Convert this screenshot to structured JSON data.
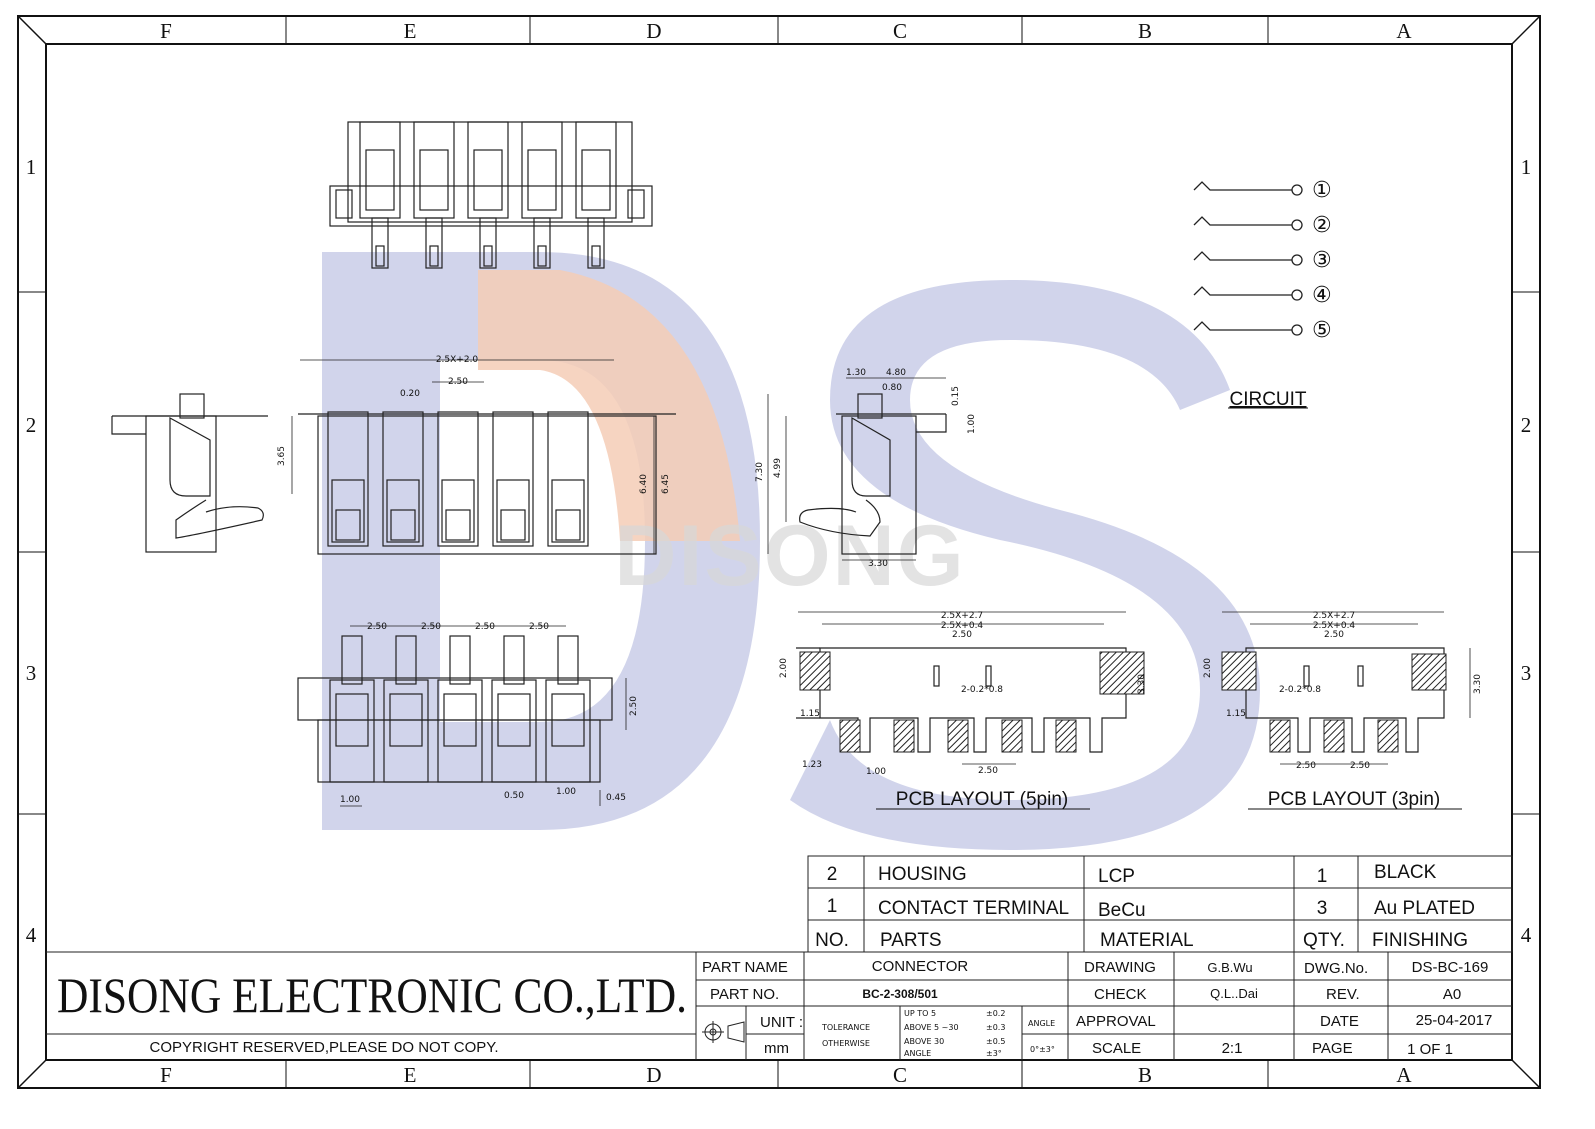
{
  "frame": {
    "columns_top": [
      "F",
      "E",
      "D",
      "C",
      "B",
      "A"
    ],
    "columns_bottom": [
      "F",
      "E",
      "D",
      "C",
      "B",
      "A"
    ],
    "rows_left": [
      "1",
      "2",
      "3",
      "4"
    ],
    "rows_right": [
      "1",
      "2",
      "3",
      "4"
    ]
  },
  "watermark": {
    "text": "DISONG",
    "color_blue": "#c9cde8",
    "color_orange": "#f5cdb6"
  },
  "views": {
    "front": {
      "dims": {
        "overall": "2.5X+2.0",
        "pitch": "2.50",
        "gap": "0.20",
        "height": "3.65",
        "h1": "6.40",
        "h2": "6.45"
      }
    },
    "side": {
      "dims": {
        "a": "1.30",
        "b": "4.80",
        "c": "0.80",
        "d": "0.15",
        "e": "1.00",
        "f": "7.30",
        "g": "4.99",
        "h": "3.30"
      }
    },
    "bottom": {
      "dims": {
        "p1": "2.50",
        "p2": "2.50",
        "p3": "2.50",
        "p4": "2.50",
        "h": "2.50",
        "w1": "1.00",
        "w2": "0.50",
        "w3": "1.00",
        "w4": "0.45"
      }
    }
  },
  "circuit": {
    "pins": [
      "①",
      "②",
      "③",
      "④",
      "⑤"
    ],
    "label": "CIRCUIT"
  },
  "pcb5": {
    "title": "PCB LAYOUT (5pin)",
    "dims": {
      "overall": "2.5X+2.7",
      "inner": "2.5X+0.4",
      "pitch": "2.50",
      "hole": "2-0.2*0.8",
      "h": "2.00",
      "side": "3.30",
      "off": "1.15",
      "pad": "1.23",
      "padw": "1.00",
      "pitch2": "2.50"
    }
  },
  "pcb3": {
    "title": "PCB LAYOUT (3pin)",
    "dims": {
      "overall": "2.5X+2.7",
      "inner": "2.5X+0.4",
      "pitch": "2.50",
      "hole": "2-0.2*0.8",
      "h": "2.00",
      "side": "3.30",
      "off": "1.15",
      "p1": "2.50",
      "p2": "2.50"
    }
  },
  "bom": {
    "rows": [
      {
        "no": "2",
        "part": "HOUSING",
        "material": "LCP",
        "qty": "1",
        "finishing": "BLACK"
      },
      {
        "no": "1",
        "part": "CONTACT TERMINAL",
        "material": "BeCu",
        "qty": "3",
        "finishing": "Au PLATED"
      }
    ],
    "header": {
      "no": "NO.",
      "part": "PARTS",
      "material": "MATERIAL",
      "qty": "QTY.",
      "finishing": "FINISHING"
    }
  },
  "title_block": {
    "company": "DISONG ELECTRONIC CO.,LTD.",
    "copyright": "COPYRIGHT RESERVED,PLEASE DO NOT COPY.",
    "part_name_label": "PART NAME",
    "part_name": "CONNECTOR",
    "part_no_label": "PART NO.",
    "part_no": "BC-2-308/501",
    "unit_label": "UNIT :",
    "unit": "mm",
    "tolerance_label": "TOLERANCE",
    "otherwise_label": "OTHERWISE",
    "tol_rows": [
      {
        "range": "UP TO 5",
        "val": "±0.2"
      },
      {
        "range": "ABOVE 5 ~30",
        "val": "±0.3"
      },
      {
        "range": "ABOVE 30",
        "val": "±0.5"
      },
      {
        "range": "ANGLE",
        "val": "±3°"
      }
    ],
    "angle_label": "ANGLE",
    "angle_val": "0°±3°",
    "drawing_label": "DRAWING",
    "drawing": "G.B.Wu",
    "check_label": "CHECK",
    "check": "Q.L..Dai",
    "approval_label": "APPROVAL",
    "scale_label": "SCALE",
    "scale": "2:1",
    "dwg_label": "DWG.No.",
    "dwg": "DS-BC-169",
    "rev_label": "REV.",
    "rev": "A0",
    "date_label": "DATE",
    "date": "25-04-2017",
    "page_label": "PAGE",
    "page": "1 OF 1"
  }
}
